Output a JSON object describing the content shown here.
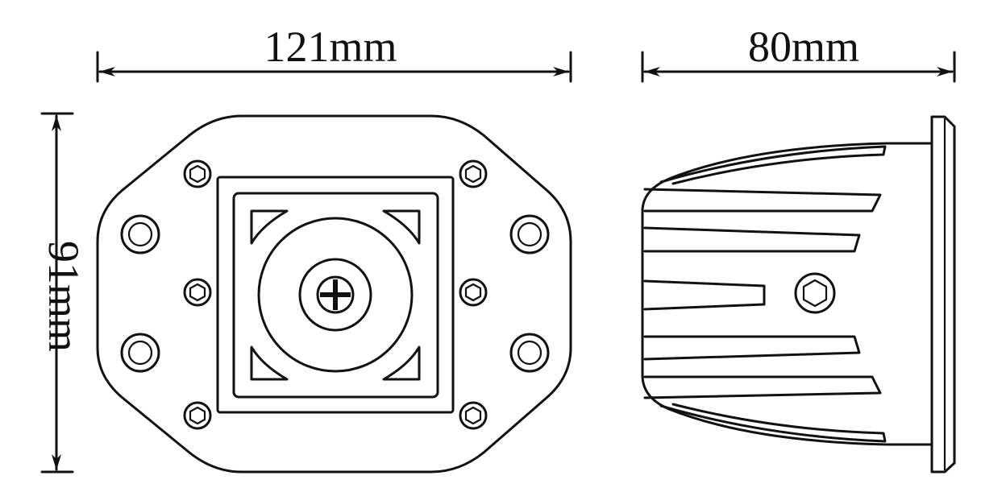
{
  "dimensions": {
    "width_front": "121mm",
    "depth_side": "80mm",
    "height": "91mm"
  },
  "colors": {
    "line": "#111111",
    "background": "#ffffff"
  }
}
